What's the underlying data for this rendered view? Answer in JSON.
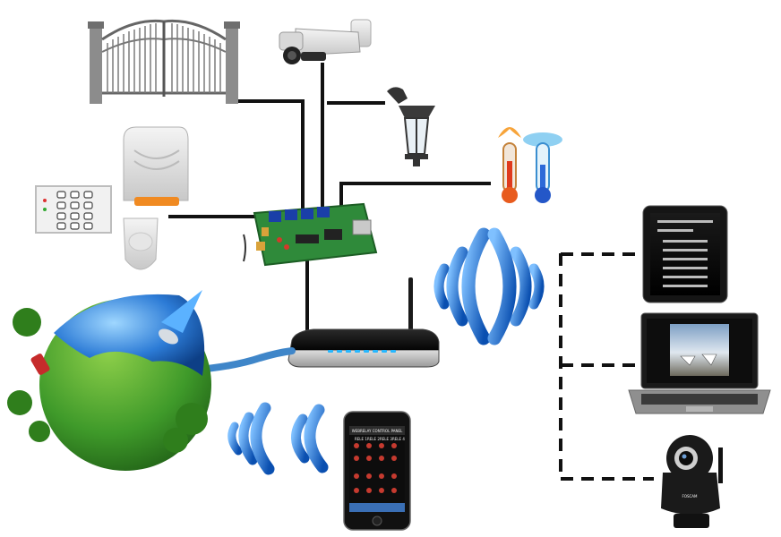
{
  "diagram": {
    "devices": [
      {
        "id": "gate",
        "icon": "gate-icon"
      },
      {
        "id": "cctv-camera",
        "icon": "security-camera-icon"
      },
      {
        "id": "wall-lantern",
        "icon": "outdoor-lamp-icon"
      },
      {
        "id": "thermometers",
        "icon": "thermometer-icon"
      },
      {
        "id": "siren",
        "icon": "alarm-siren-icon"
      },
      {
        "id": "keypad",
        "icon": "keypad-icon"
      },
      {
        "id": "motion-sensor",
        "icon": "pir-sensor-icon"
      },
      {
        "id": "relay-board",
        "icon": "circuit-board-icon"
      },
      {
        "id": "router",
        "icon": "wifi-router-icon"
      },
      {
        "id": "internet-globe",
        "icon": "globe-icon"
      },
      {
        "id": "smartphone",
        "icon": "smartphone-icon"
      },
      {
        "id": "tablet",
        "icon": "tablet-icon"
      },
      {
        "id": "laptop",
        "icon": "laptop-icon"
      },
      {
        "id": "ip-camera",
        "icon": "ptz-camera-icon"
      }
    ],
    "screen_text": {
      "phone_header": "WEBRELAY CONTROL PANEL",
      "phone_row": [
        "RELE 1",
        "RELE 2",
        "RELE 3",
        "RELE 4"
      ],
      "camera_brand": "FOSCAM"
    },
    "colors": {
      "wired_link": "#111111",
      "wireless_waves": "#1f6fd1",
      "board_green": "#2f8a3a",
      "globe_blue": "#2c7bd6",
      "grass_green": "#3f9a2a"
    }
  }
}
